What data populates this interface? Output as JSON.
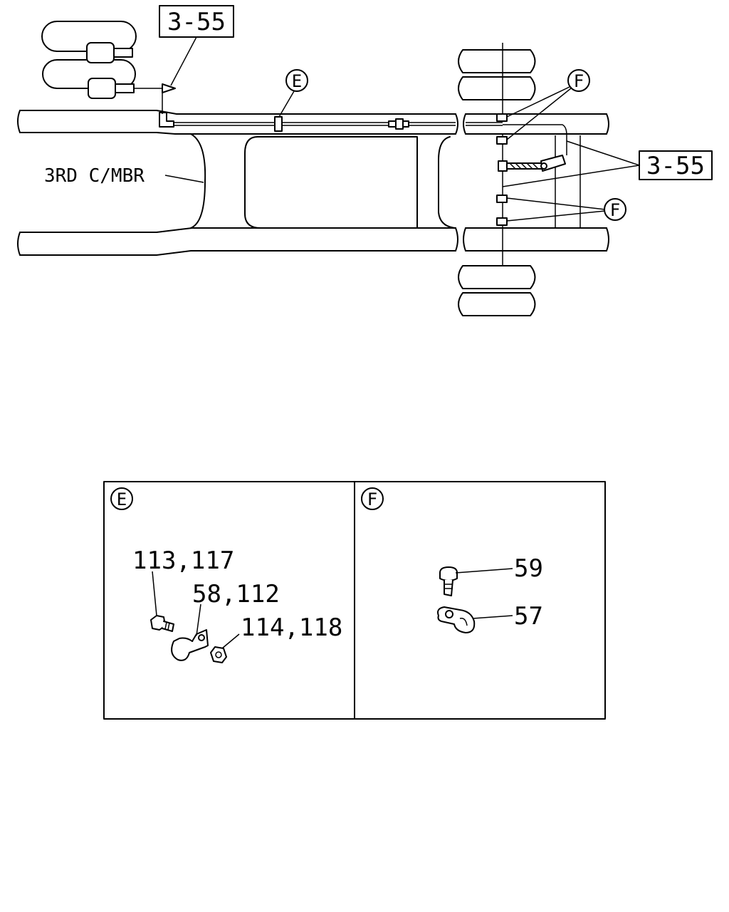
{
  "main_diagram": {
    "ref_top_left": "3-55",
    "ref_right": "3-55",
    "crossmember_label": "3RD C/MBR",
    "callout_e": "E",
    "callout_f_upper": "F",
    "callout_f_lower": "F"
  },
  "detail_e": {
    "panel_label": "E",
    "bolt_parts": "113,117",
    "clip_parts": "58,112",
    "nut_parts": "114,118"
  },
  "detail_f": {
    "panel_label": "F",
    "bolt_part": "59",
    "clip_part": "57"
  }
}
